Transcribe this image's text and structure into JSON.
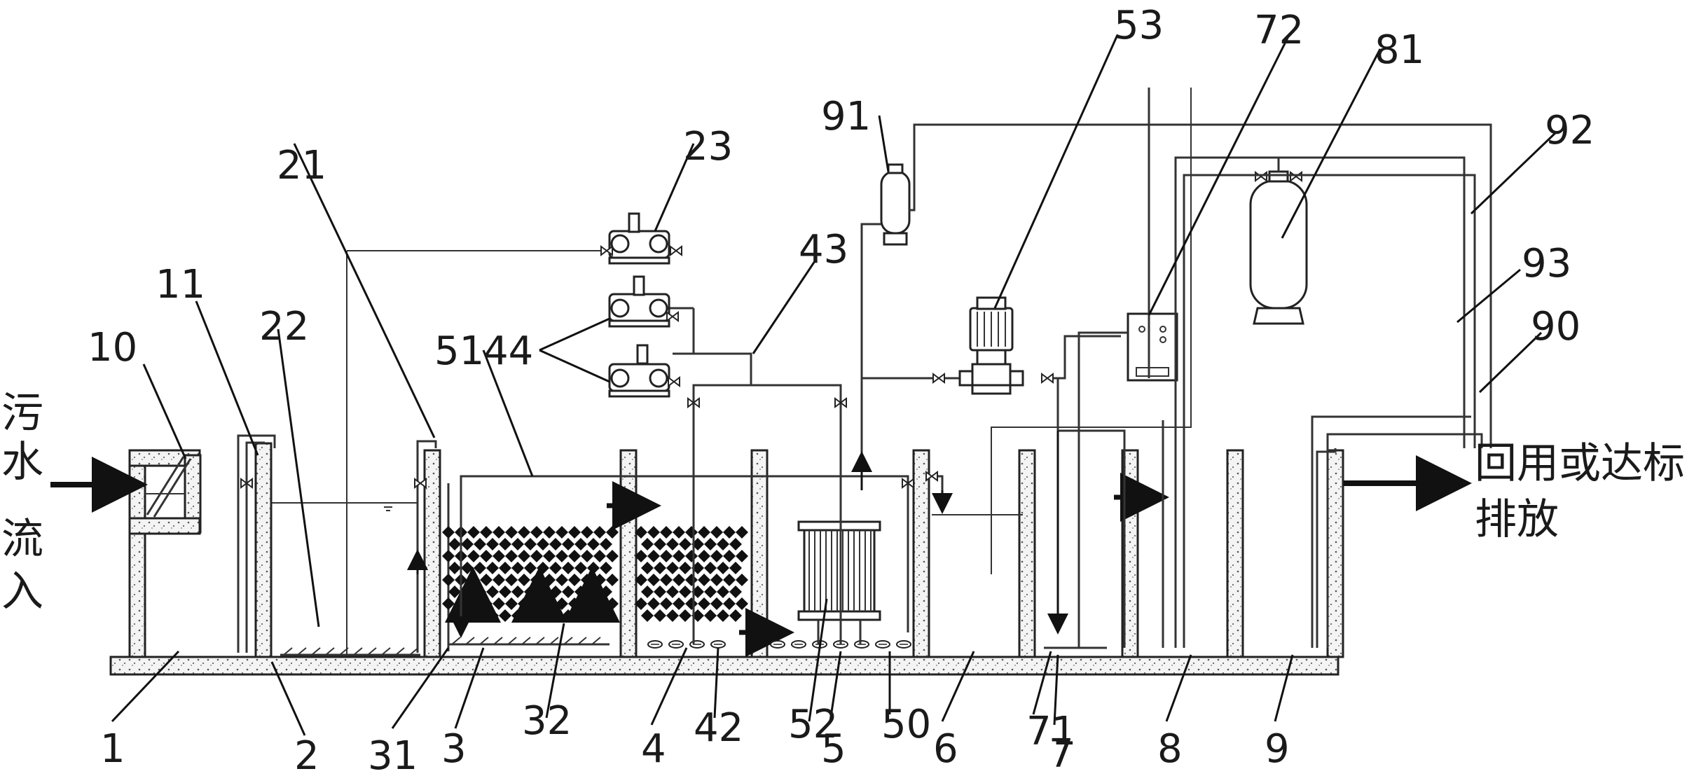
{
  "inflow_text": [
    "污",
    "水",
    "流",
    "入"
  ],
  "outflow_text": [
    "回用或达标",
    "排放"
  ],
  "labels": {
    "l1": "1",
    "l2": "2",
    "l3": "3",
    "l4": "4",
    "l5": "5",
    "l6": "6",
    "l7": "7",
    "l8": "8",
    "l9": "9",
    "l10": "10",
    "l11": "11",
    "l21": "21",
    "l22": "22",
    "l23": "23",
    "l31": "31",
    "l32": "32",
    "l42": "42",
    "l43": "43",
    "l44": "44",
    "l50": "50",
    "l51": "51",
    "l52": "52",
    "l53": "53",
    "l71": "71",
    "l72": "72",
    "l81": "81",
    "l90": "90",
    "l91": "91",
    "l92": "92",
    "l93": "93"
  }
}
